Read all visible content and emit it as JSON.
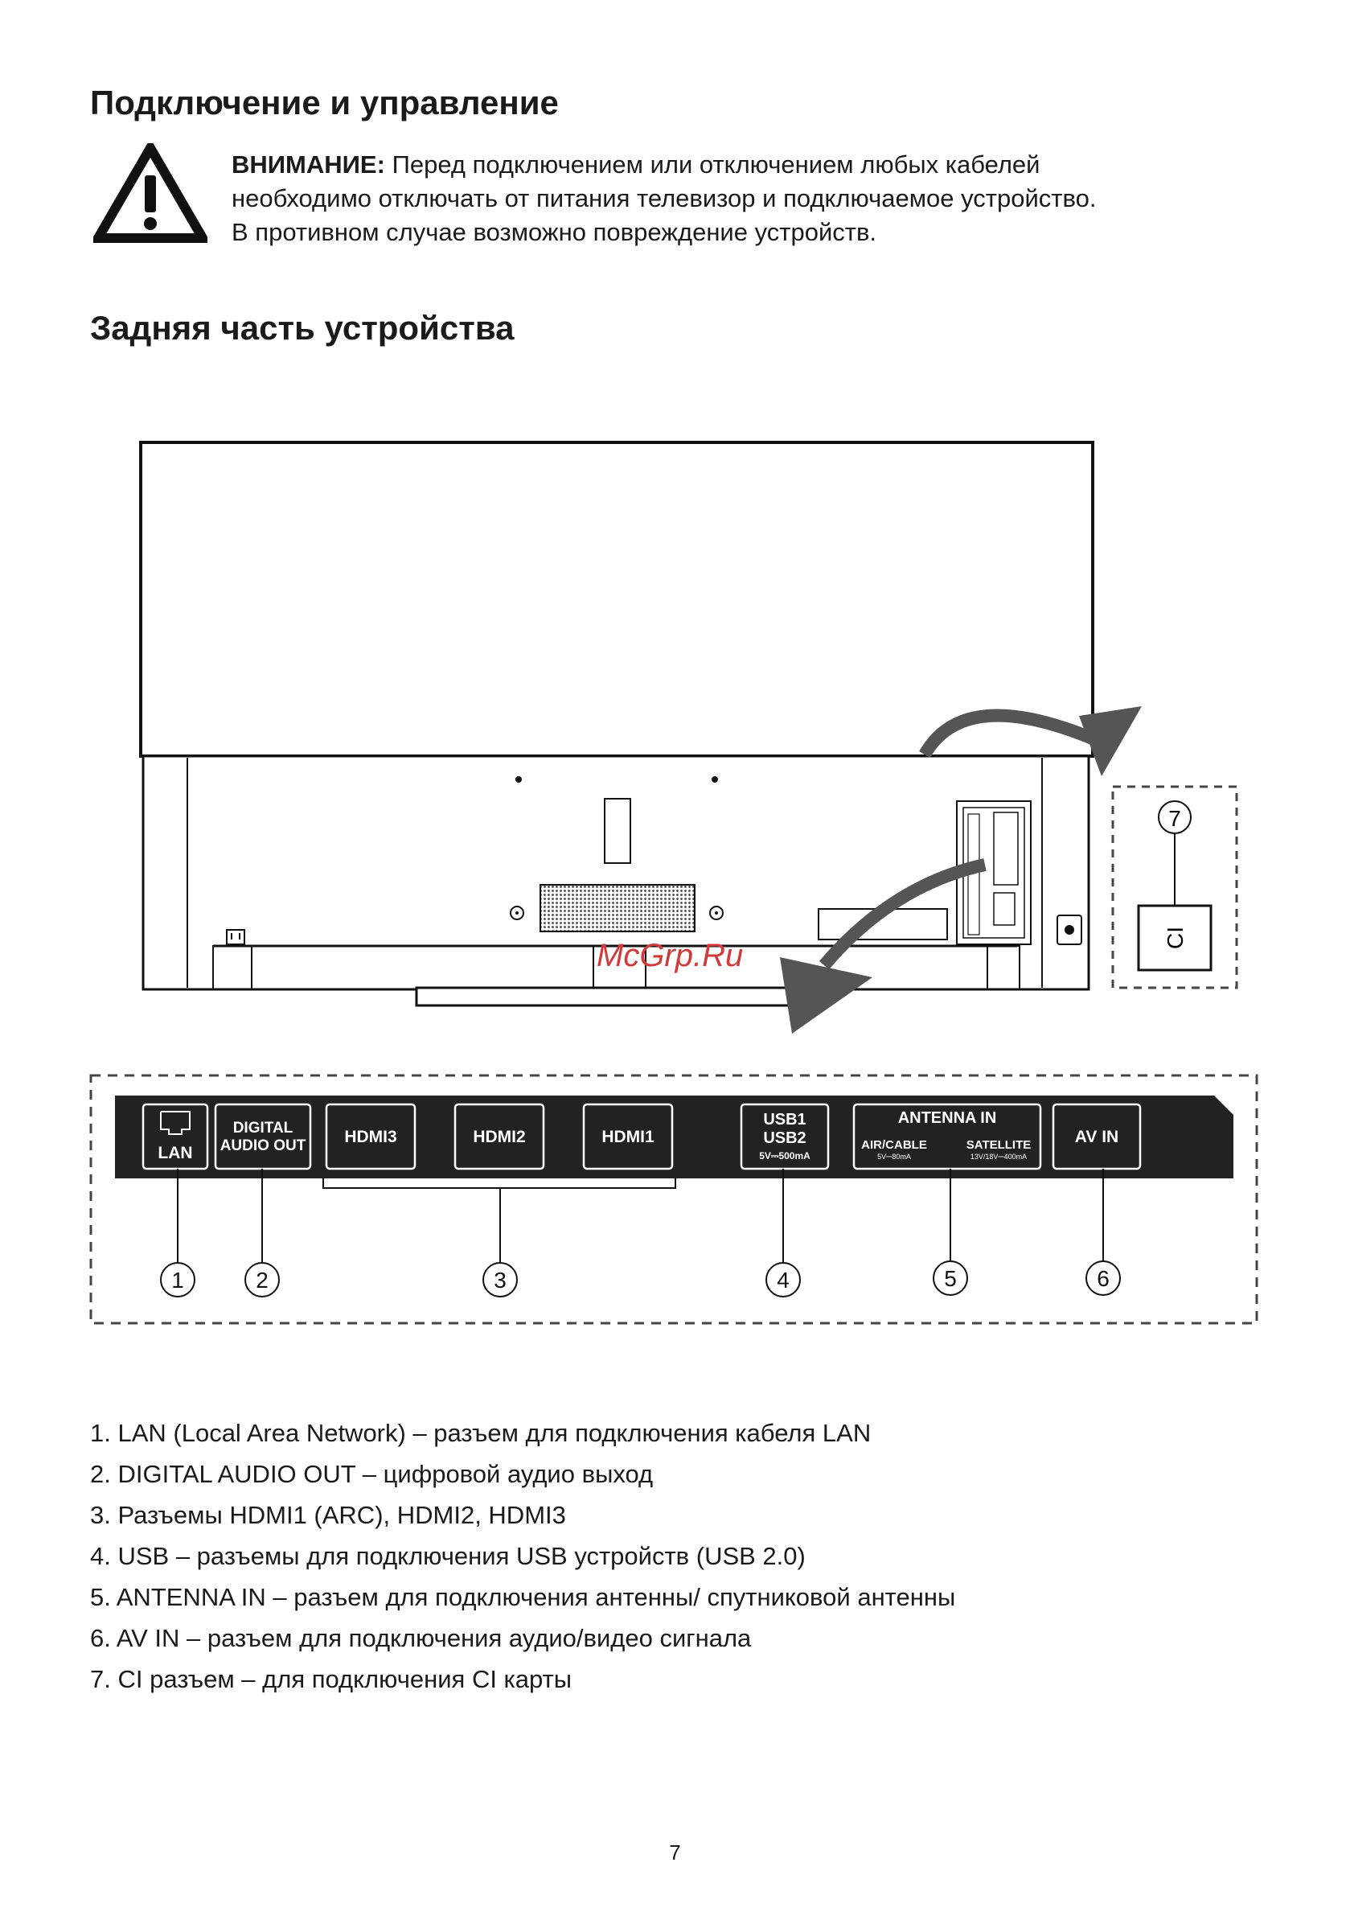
{
  "headings": {
    "connection": "Подключение и управление",
    "rear": "Задняя часть устройства"
  },
  "warning": {
    "label": "ВНИМАНИЕ:",
    "line1": "Перед подключением или отключением любых кабелей",
    "line2": "необходимо отключать от питания телевизор и подключаемое устройство.",
    "line3": "В противном случае возможно повреждение устройств."
  },
  "watermark": "McGrp.Ru",
  "ports": {
    "lan": "LAN",
    "digital_audio_1": "DIGITAL",
    "digital_audio_2": "AUDIO OUT",
    "hdmi3": "HDMI3",
    "hdmi2": "HDMI2",
    "hdmi1": "HDMI1",
    "usb1": "USB1",
    "usb2": "USB2",
    "usb_rating": "5V⎓500mA",
    "antenna": "ANTENNA IN",
    "air_cable": "AIR/CABLE",
    "air_cable_rating": "5V⎓80mA",
    "satellite": "SATELLITE",
    "satellite_rating": "13V/18V⎓400mA",
    "av_in": "AV IN",
    "ci": "CI"
  },
  "callouts": [
    "1",
    "2",
    "3",
    "4",
    "5",
    "6",
    "7"
  ],
  "list": [
    "1. LAN (Local Area Network) – разъем для подключения кабеля LAN",
    "2. DIGITAL AUDIO OUT – цифровой аудио выход",
    "3. Разъемы HDMI1 (ARC), HDMI2, HDMI3",
    "4. USB – разъемы для подключения USB устройств (USB 2.0)",
    "5. ANTENNA IN – разъем для подключения антенны/ спутниковой антенны",
    "6. AV IN – разъем для подключения аудио/видео сигнала",
    "7. CI разъем – для подключения CI карты"
  ],
  "page_number": "7"
}
